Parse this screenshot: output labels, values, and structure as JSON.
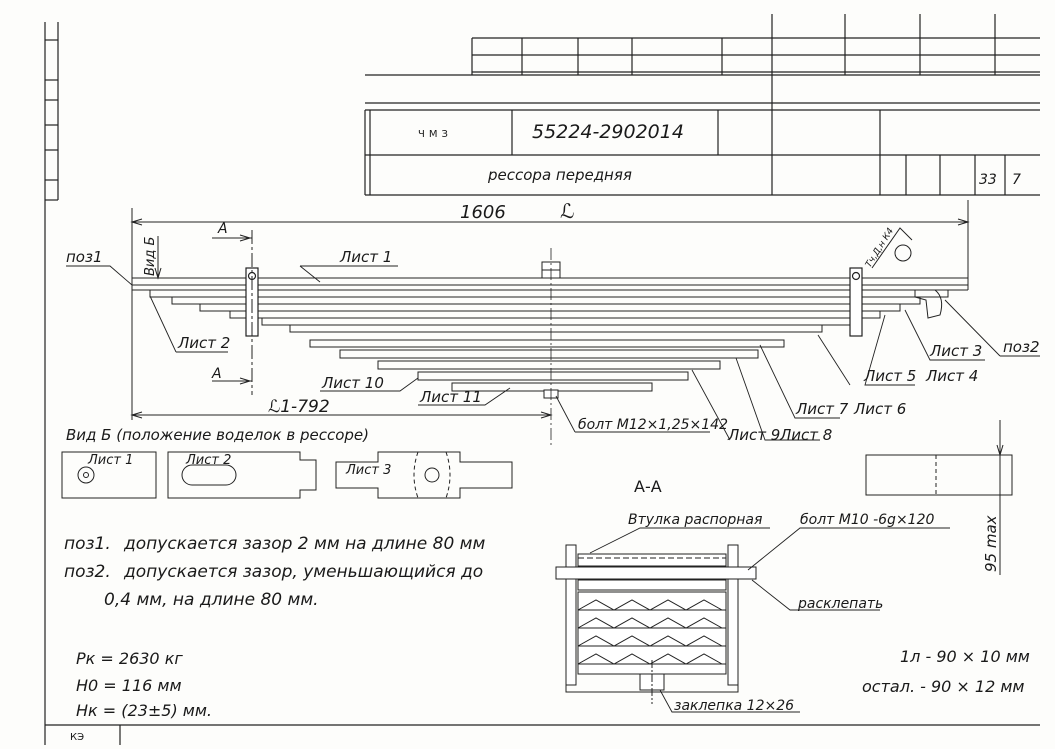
{
  "title_block": {
    "org": "ЧМЗ",
    "code": "55224-2902014",
    "name": "рессора передняя",
    "sheet_a": "33",
    "sheet_b": "7"
  },
  "dims": {
    "overall_length": "1606",
    "overall_l_symbol": "ℒ",
    "half_length": "ℒ1-792",
    "a_top": "A",
    "a_bottom": "A",
    "view_b_vertical": "Вид Б",
    "max_height": "95 max"
  },
  "labels": {
    "poz1": "поз1",
    "poz2": "поз2",
    "leaf1": "Лист 1",
    "leaf2": "Лист 2",
    "leaf3": "Лист 3",
    "leaf4": "Лист 4",
    "leaf5": "Лист 5",
    "leaf6": "Лист 6",
    "leaf7": "Лист 7",
    "leaf8": "Лист 8",
    "leaf9": "Лист 9",
    "leaf10": "Лист 10",
    "leaf11": "Лист 11",
    "center_bolt": "болт М12×1,25×142",
    "roughness": "Tч,Д,н К4"
  },
  "view_b": {
    "title": "Вид Б (положение воделок в рессоре)",
    "leaf1": "Лист 1",
    "leaf2": "Лист 2",
    "leaf3": "Лист 3"
  },
  "section": {
    "title": "А-А",
    "spacer": "Втулка распорная",
    "bolt": "болт М10 -6g×120",
    "rivet_action": "расклепать",
    "rivet": "заклепка 12×26"
  },
  "notes": {
    "poz1_label": "поз1.",
    "poz1_text": "допускается зазор 2 мм на длине 80 мм",
    "poz2_label": "поз2.",
    "poz2_text": "допускается зазор, уменьшающийся до",
    "poz2_text2": "0,4 мм, на длине 80 мм."
  },
  "specs": {
    "pk": "Pк = 2630 кг",
    "h0": "H0 = 116 мм",
    "hk": "Hк = (23±5) мм."
  },
  "leaf_sizes": {
    "first": "1л - 90 × 10 мм",
    "rest": "остал. - 90 × 12 мм"
  },
  "frame": {
    "corner": "КЭ"
  }
}
